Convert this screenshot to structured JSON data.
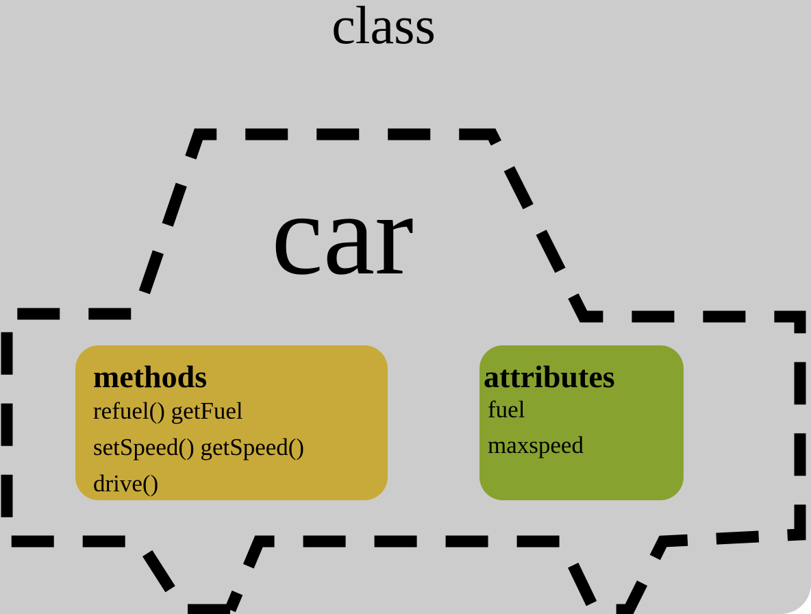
{
  "diagram": {
    "title": "class",
    "object_label": "car",
    "outline_style": "dashed",
    "outline_color": "#000000",
    "background_color": "#cccccc"
  },
  "methods": {
    "heading": "methods",
    "color": "#c8aa3a",
    "items": [
      "refuel() getFuel",
      "setSpeed() getSpeed()",
      "drive()"
    ]
  },
  "attributes": {
    "heading": "attributes",
    "color": "#87a22f",
    "items": [
      "fuel",
      "maxspeed"
    ]
  }
}
